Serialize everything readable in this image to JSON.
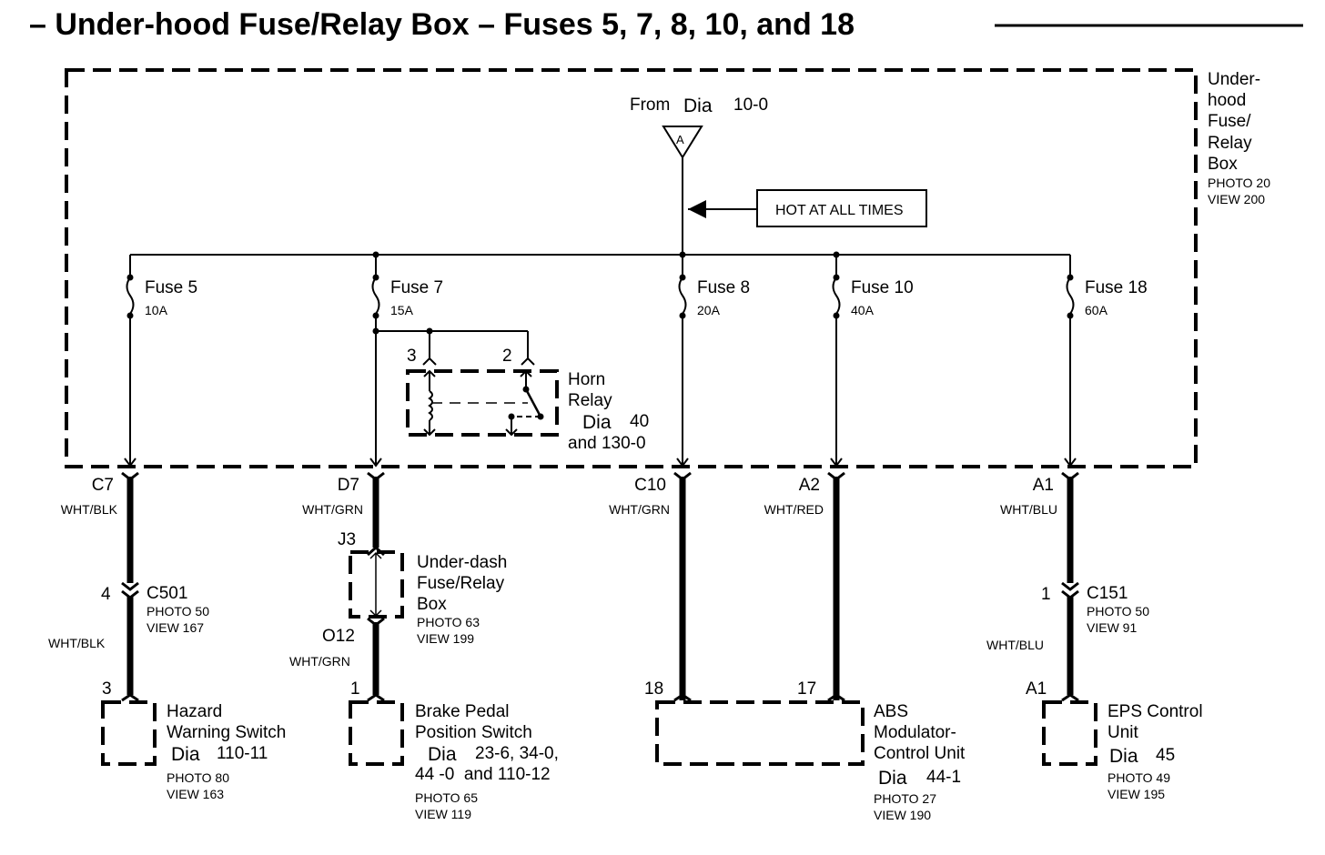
{
  "title": "– Under-hood Fuse/Relay Box – Fuses 5, 7, 8, 10, and 18",
  "source": {
    "prefix": "From",
    "dia_word": "Dia",
    "dia_ref": "10-0",
    "connector_symbol": "A"
  },
  "hot_label": "HOT AT ALL TIMES",
  "fusebox": {
    "lines": [
      "Under-",
      "hood",
      "Fuse/",
      "Relay",
      "Box"
    ],
    "photo": "PHOTO 20",
    "view": "VIEW 200"
  },
  "fuses": [
    {
      "name": "Fuse 5",
      "rating": "10A",
      "terminal": "C7",
      "wire": "WHT/BLK"
    },
    {
      "name": "Fuse 7",
      "rating": "15A",
      "terminal": "D7",
      "wire": "WHT/GRN"
    },
    {
      "name": "Fuse 8",
      "rating": "20A",
      "terminal": "C10",
      "wire": "WHT/GRN"
    },
    {
      "name": "Fuse 10",
      "rating": "40A",
      "terminal": "A2",
      "wire": "WHT/RED"
    },
    {
      "name": "Fuse 18",
      "rating": "60A",
      "terminal": "A1",
      "wire": "WHT/BLU"
    }
  ],
  "horn_relay": {
    "pin_left": "3",
    "pin_right": "2",
    "line1": "Horn",
    "line2": "Relay",
    "dia_word": "Dia",
    "dia_ref": "40",
    "dia_ref2": "and 130-0"
  },
  "connectors": {
    "c501": {
      "pin": "4",
      "name": "C501",
      "photo": "PHOTO 50",
      "view": "VIEW 167",
      "wire_below": "WHT/BLK"
    },
    "c151": {
      "pin": "1",
      "name": "C151",
      "photo": "PHOTO 50",
      "view": "VIEW 91",
      "wire_below": "WHT/BLU"
    }
  },
  "underdash": {
    "pin_in": "J3",
    "pin_out": "O12",
    "lines": [
      "Under-dash",
      "Fuse/Relay",
      "Box"
    ],
    "photo": "PHOTO 63",
    "view": "VIEW 199",
    "wire_below": "WHT/GRN"
  },
  "components": {
    "hazard": {
      "pin": "3",
      "lines": [
        "Hazard",
        "Warning Switch"
      ],
      "dia_word": "Dia",
      "dia_ref": "110-11",
      "photo": "PHOTO 80",
      "view": "VIEW 163"
    },
    "brake": {
      "pin": "1",
      "lines": [
        "Brake Pedal",
        "Position Switch"
      ],
      "dia_word": "Dia",
      "dia_ref": "23-6, 34-0,",
      "dia_ref2": "44 -0  and 110-12",
      "photo": "PHOTO 65",
      "view": "VIEW 119"
    },
    "abs": {
      "pin_left": "18",
      "pin_right": "17",
      "lines": [
        "ABS",
        "Modulator-",
        "Control Unit"
      ],
      "dia_word": "Dia",
      "dia_ref": "44-1",
      "photo": "PHOTO 27",
      "view": "VIEW 190"
    },
    "eps": {
      "pin": "A1",
      "lines": [
        "EPS Control",
        "Unit"
      ],
      "dia_word": "Dia",
      "dia_ref": "45",
      "photo": "PHOTO 49",
      "view": "VIEW 195"
    }
  }
}
